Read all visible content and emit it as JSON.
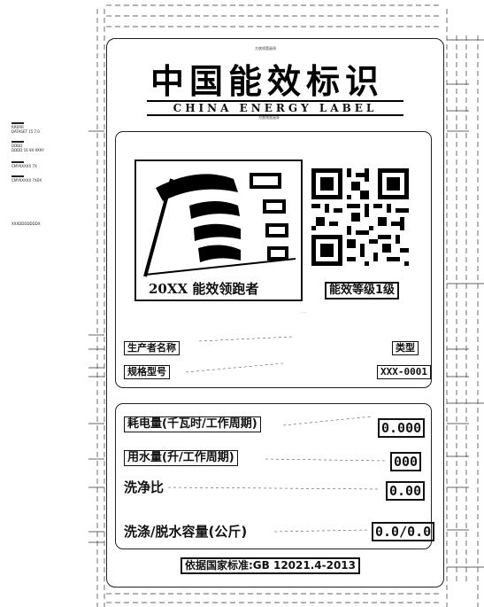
{
  "legend": [
    {
      "line1": "RRRRR",
      "line2": "DATASET 15 7.0"
    },
    {
      "line1": "DDDD",
      "line2": "DDDD 16 9X 9X9Y"
    },
    {
      "line1": "CMYKXXXX 7X",
      "line2": ""
    },
    {
      "line1": "CMYKXXXX 7X0X",
      "line2": ""
    },
    {
      "line1": "XXXDDDDDDDX",
      "line2": ""
    }
  ],
  "label": {
    "top_note": "方底线宽画线",
    "title_cn": "中国能效标识",
    "title_en": "CHINA ENERGY LABEL",
    "title_note": "方底线宽画条",
    "logo_caption": "20XX 能效领跑者",
    "grade": "能效等级1级",
    "producer": "生产者名称",
    "model": "规格型号",
    "type_label": "类型",
    "product_code": "XXX-0001",
    "specs": [
      {
        "name": "耗电量(千瓦时/工作周期)",
        "value": "0.000"
      },
      {
        "name": "用水量(升/工作周期)",
        "value": "000"
      },
      {
        "name": "洗净比",
        "value": "0.00"
      },
      {
        "name": "洗涤/脱水容量(公斤)",
        "value": "0.0/0.0"
      }
    ],
    "standard": "依据国家标准:GB 12021.4-2013"
  },
  "colors": {
    "ink": "#111111",
    "paper": "#ffffff"
  }
}
